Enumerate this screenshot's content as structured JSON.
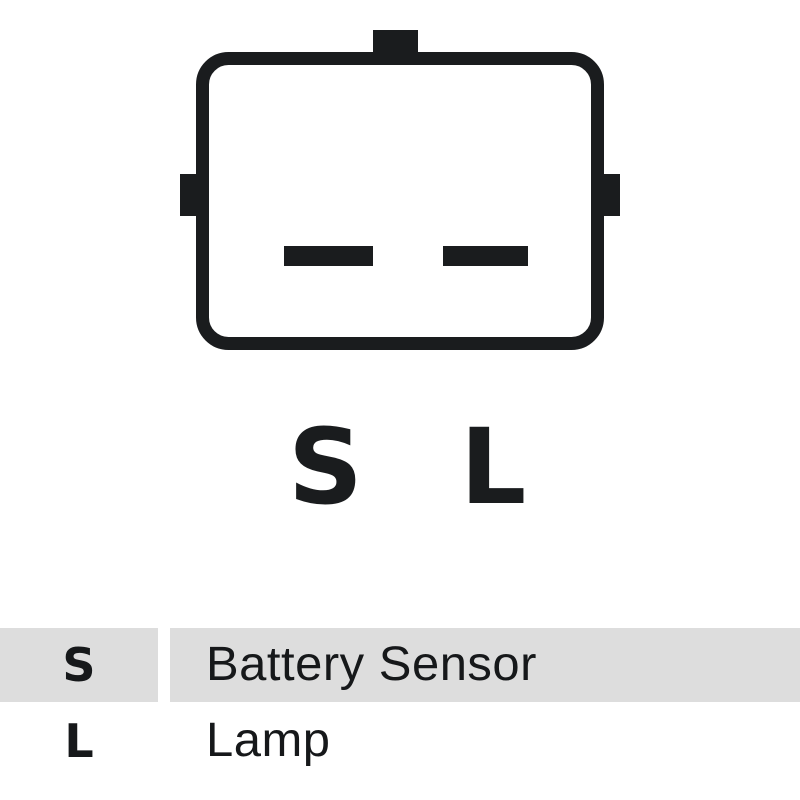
{
  "diagram": {
    "name": "alternator-regulator-connector",
    "outline_color": "#1a1c1e",
    "body_fill": "#ffffff",
    "terminals": [
      {
        "code": "S",
        "slot_index": 0
      },
      {
        "code": "L",
        "slot_index": 1
      }
    ],
    "terminal_labels": [
      {
        "code": "S"
      },
      {
        "code": "L"
      }
    ]
  },
  "legend": {
    "shaded_row_color": "#dddddd",
    "plain_row_color": "#ffffff",
    "text_color": "#16181a",
    "rows": [
      {
        "code": "S",
        "description": "Battery Sensor",
        "shaded": true
      },
      {
        "code": "L",
        "description": "Lamp",
        "shaded": false
      }
    ]
  }
}
